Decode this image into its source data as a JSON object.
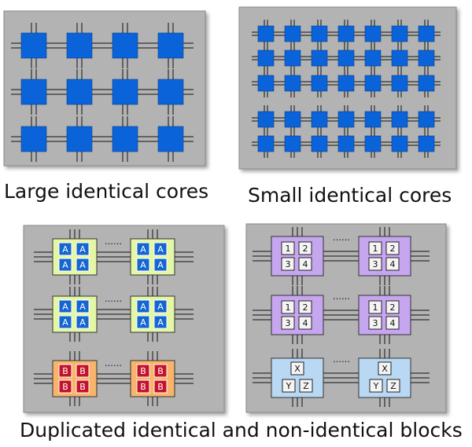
{
  "captions": {
    "large": "Large identical cores",
    "small": "Small identical cores",
    "duplicated": "Duplicated identical and non-identical blocks"
  },
  "blocks": {
    "A": {
      "labels": [
        "A",
        "A",
        "A",
        "A"
      ]
    },
    "B": {
      "labels": [
        "B",
        "B",
        "B",
        "B"
      ]
    },
    "N": {
      "labels": [
        "1",
        "2",
        "3",
        "4"
      ]
    },
    "X": {
      "labels": [
        "X",
        "Y",
        "Z"
      ]
    }
  },
  "colors": {
    "panel": "#b3b3b3",
    "core": "#0a63d8",
    "block_A": "#e3f7a6",
    "block_B": "#f7b46a",
    "block_N": "#c7a6f0",
    "block_X": "#b8d8f3"
  },
  "ellipsis": "……"
}
